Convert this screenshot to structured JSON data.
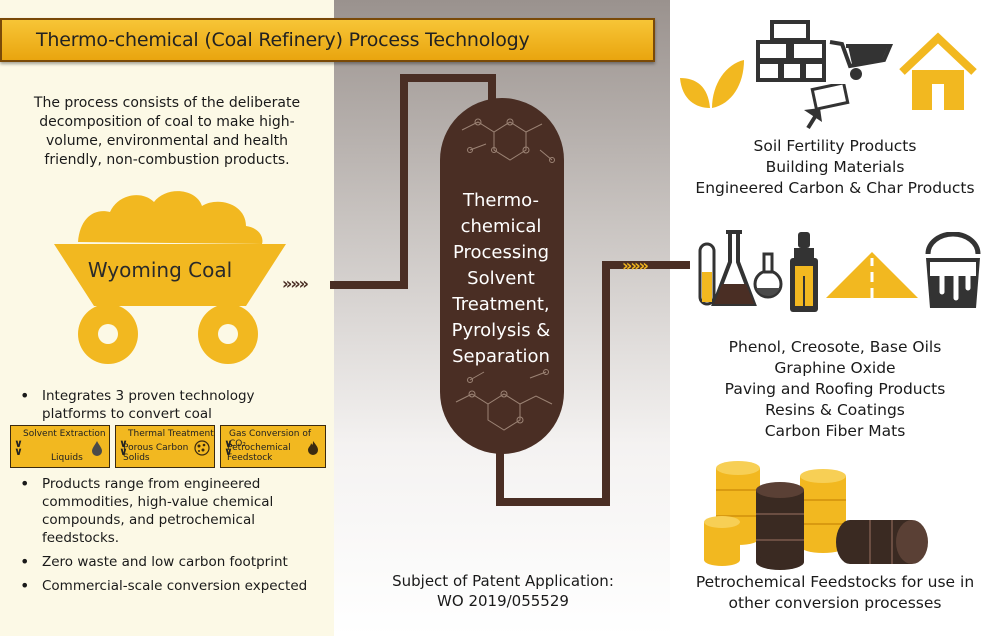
{
  "title": "Thermo-chemical (Coal Refinery) Process Technology",
  "intro": "The process consists of the deliberate decomposition of coal to make high-volume, environmental and health friendly, non-combustion products.",
  "cart_label": "Wyoming Coal",
  "bullets": [
    "Integrates 3 proven technology platforms to convert coal",
    "Products range from engineered commodities, high-value chemical compounds, and petrochemical feedstocks.",
    "Zero waste and low carbon footprint",
    "Commercial-scale conversion expected"
  ],
  "tech_boxes": [
    {
      "top": "Solvent Extraction",
      "bottom": "Liquids",
      "icon": "droplet-icon"
    },
    {
      "top": "Thermal Treatment",
      "bottom": "Porous Carbon Solids",
      "icon": "porous-disc-icon"
    },
    {
      "top": "Gas Conversion of CO₂",
      "bottom": "Petrochemical Feedstock",
      "icon": "flame-icon"
    }
  ],
  "vessel_lines": [
    "Thermo-",
    "chemical",
    "Processing",
    "Solvent",
    "Treatment,",
    "Pyrolysis &",
    "Separation"
  ],
  "arrows": "»»»",
  "patent": {
    "line1": "Subject of Patent Application:",
    "line2": "WO 2019/055529"
  },
  "products_1": [
    "Soil Fertility Products",
    "Building Materials",
    "Engineered Carbon & Char Products"
  ],
  "products_2": [
    "Phenol, Creosote, Base Oils",
    "Graphine Oxide",
    "Paving and Roofing Products",
    "Resins & Coatings",
    "Carbon Fiber Mats"
  ],
  "products_3": [
    "Petrochemical Feedstocks for use in",
    "other conversion processes"
  ],
  "colors": {
    "gold": "#f2b820",
    "brown": "#4a2e24",
    "dark": "#3a2a22"
  }
}
